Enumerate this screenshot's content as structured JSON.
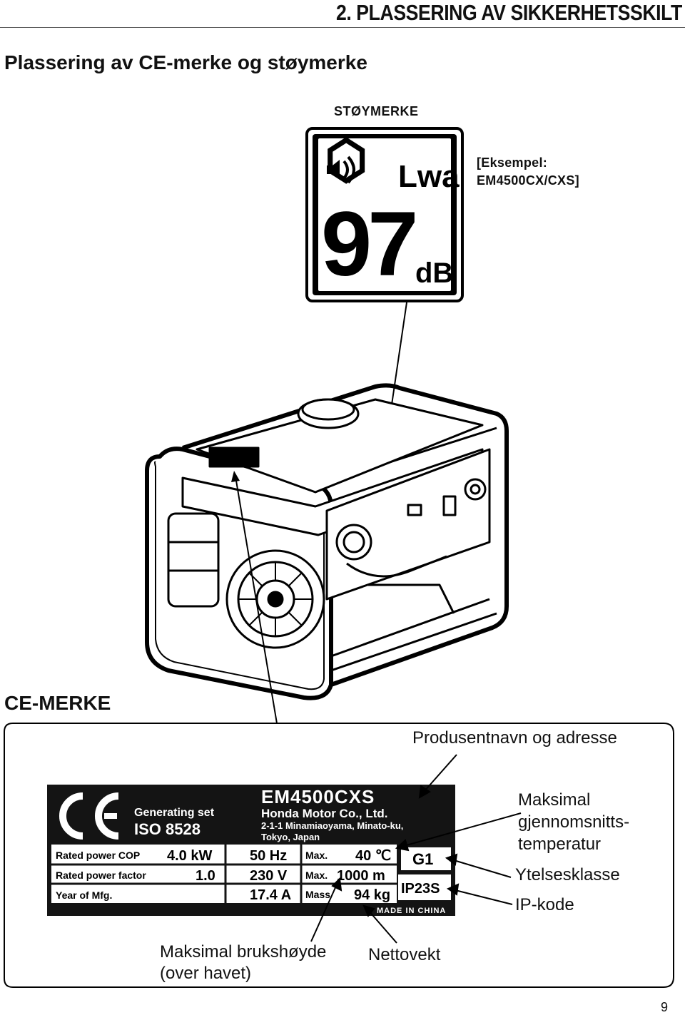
{
  "header": {
    "title": "2. PLASSERING AV SIKKERHETSSKILT"
  },
  "section": {
    "title": "Plassering av CE-merke og støymerke"
  },
  "noise_label": {
    "title": "STØYMERKE",
    "example_line1": "[Eksempel:",
    "example_line2": "EM4500CX/CXS]",
    "symbol": "Lwa",
    "value": "97",
    "unit": "dB",
    "icon": "speaker-icon"
  },
  "generator": {
    "icon": "generator-illustration"
  },
  "ce_section": {
    "title": "CE-MERKE"
  },
  "ce_label": {
    "ce_mark": "CE",
    "generating_set": "Generating set",
    "iso": "ISO 8528",
    "model": "EM4500CXS",
    "maker": "Honda Motor Co., Ltd.",
    "address1": "2-1-1 Minamiaoyama, Minato-ku,",
    "address2": "Tokyo, Japan",
    "rows": [
      {
        "label": "Rated power COP",
        "value": "4.0 kW",
        "col3": "50 Hz",
        "col4": "Max.",
        "col5": "40 ℃"
      },
      {
        "label": "Rated power factor",
        "value": "1.0",
        "col3": "230 V",
        "col4": "Max.",
        "col5": "1000 m"
      },
      {
        "label": "Year of Mfg.",
        "value": "",
        "col3": "17.4 A",
        "col4": "Mass",
        "col5": "94 kg"
      }
    ],
    "class": "G1",
    "ip": "IP23S",
    "made_in": "MADE IN CHINA"
  },
  "callouts": {
    "manufacturer": "Produsentnavn og adresse",
    "max_temp_line1": "Maksimal",
    "max_temp_line2": "gjennomsnitts-",
    "max_temp_line3": "temperatur",
    "performance_class": "Ytelsesklasse",
    "ip_code": "IP-kode",
    "max_altitude_line1": "Maksimal brukshøyde",
    "max_altitude_line2": "(over havet)",
    "net_weight": "Nettovekt"
  },
  "page": {
    "number": "9"
  }
}
